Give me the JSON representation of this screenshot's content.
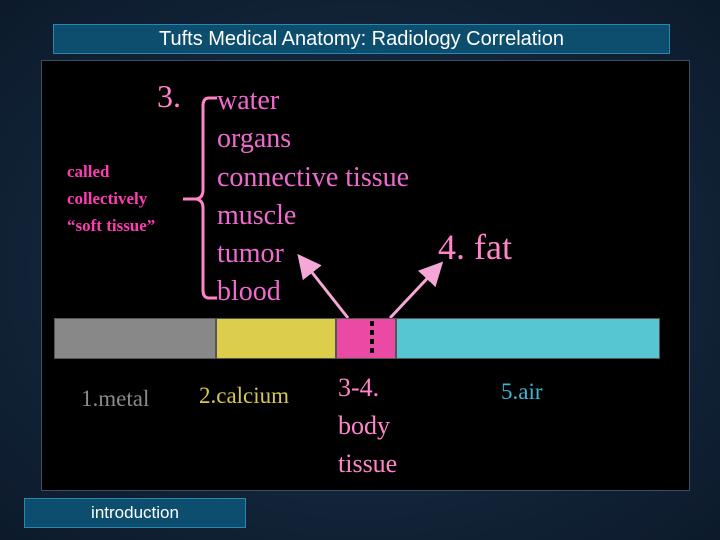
{
  "slide": {
    "title": "Tufts Medical Anatomy:  Radiology Correlation",
    "footer": "introduction"
  },
  "soft_tissue": {
    "number": "3.",
    "items": [
      "water",
      "organs",
      "connective tissue",
      "muscle",
      "tumor",
      "blood"
    ],
    "note_lines": [
      "called",
      "collectively",
      "“soft tissue”"
    ]
  },
  "fat_label": "4. fat",
  "density_bar": {
    "segments": [
      {
        "key": "metal",
        "label": "1.metal",
        "color": "#888888"
      },
      {
        "key": "calcium",
        "label": "2.calcium",
        "color": "#dccd4a"
      },
      {
        "key": "body",
        "label_lines": [
          "3-4.",
          "body",
          "tissue"
        ],
        "color": "#ea4aa3"
      },
      {
        "key": "air",
        "label": "5.air",
        "color": "#56c6d2"
      }
    ]
  },
  "colors": {
    "title_bg": "#0d4d6e",
    "soft_tissue_text": "#f06bd0",
    "arrow": "#f5a8d8"
  }
}
